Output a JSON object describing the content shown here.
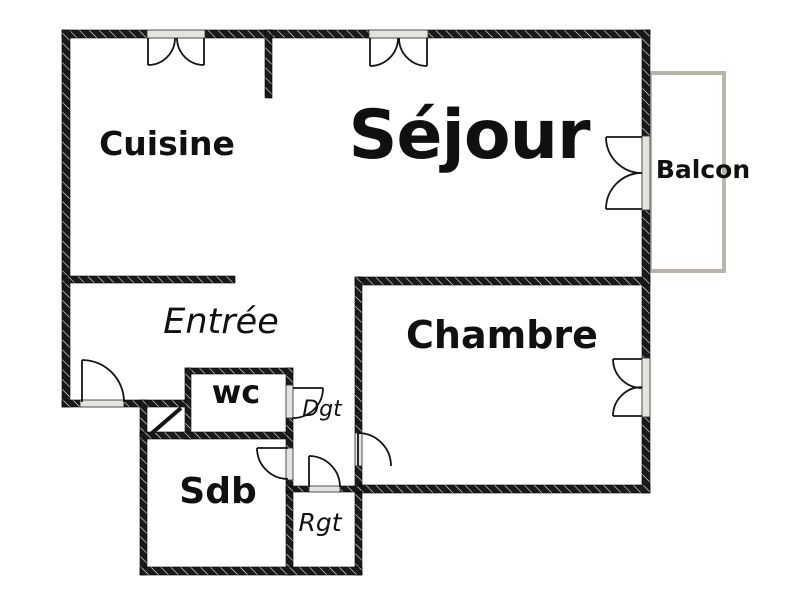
{
  "plan": {
    "type": "apartment-floor-plan",
    "rooms": {
      "cuisine": {
        "label": "Cuisine"
      },
      "sejour": {
        "label": "Séjour"
      },
      "balcon": {
        "label": "Balcon"
      },
      "entree": {
        "label": "Entrée"
      },
      "chambre": {
        "label": "Chambre"
      },
      "wc": {
        "label": "wc"
      },
      "dgt": {
        "label": "Dgt"
      },
      "sdb": {
        "label": "Sdb"
      },
      "rgt": {
        "label": "Rgt"
      }
    },
    "colors": {
      "wall": "#1a1a1a",
      "wall_tick": "#ffffff",
      "balcony_outline": "#b9b5ab",
      "sill_fill": "#e4e4df",
      "text": "#101010",
      "background": "#ffffff"
    }
  }
}
